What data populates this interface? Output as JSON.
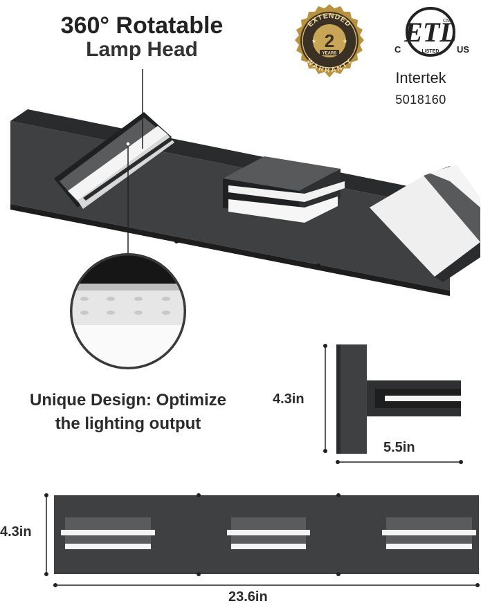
{
  "headline": {
    "line1": "360° Rotatable",
    "line2": "Lamp Head"
  },
  "badge": {
    "top_text": "EXTENDED",
    "number": "2",
    "years": "YEARS",
    "bottom_text": "WARRANTY"
  },
  "certification": {
    "etl_mark": "ETL",
    "c_mark": "C",
    "us_mark": "US",
    "cm_mark": "CM",
    "listed": "LISTED",
    "lab": "Intertek",
    "number": "5018160"
  },
  "feature": {
    "line1": "Unique Design: Optimize",
    "line2": "the lighting output"
  },
  "dimensions": {
    "side_height": "4.3in",
    "side_depth": "5.5in",
    "front_height": "4.3in",
    "front_width": "23.6in"
  },
  "colors": {
    "fixture_body": "#3f4042",
    "fixture_dark": "#1f2021",
    "diffuser": "#f4f4f4",
    "badge_gold": "#b8923f"
  }
}
